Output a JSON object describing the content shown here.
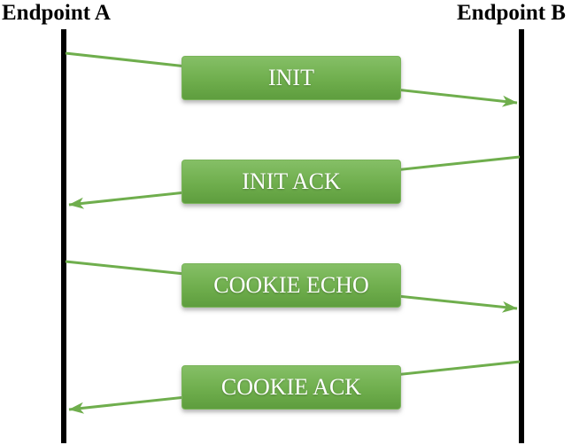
{
  "diagram": {
    "type": "sequence-diagram",
    "endpoints": [
      {
        "id": "A",
        "label": "Endpoint A"
      },
      {
        "id": "B",
        "label": "Endpoint B"
      }
    ],
    "messages": [
      {
        "label": "INIT",
        "from": "A",
        "to": "B"
      },
      {
        "label": "INIT ACK",
        "from": "B",
        "to": "A"
      },
      {
        "label": "COOKIE ECHO",
        "from": "A",
        "to": "B"
      },
      {
        "label": "COOKIE ACK",
        "from": "B",
        "to": "A"
      }
    ],
    "colors": {
      "arrow": "#6fae4d",
      "box_gradient_top": "#85bf66",
      "box_gradient_bottom": "#5e9d3e",
      "box_border": "#7ab45a",
      "box_text": "#ffffff",
      "lifeline": "#000000",
      "endpoint_text": "#000000",
      "background": "#ffffff"
    }
  }
}
